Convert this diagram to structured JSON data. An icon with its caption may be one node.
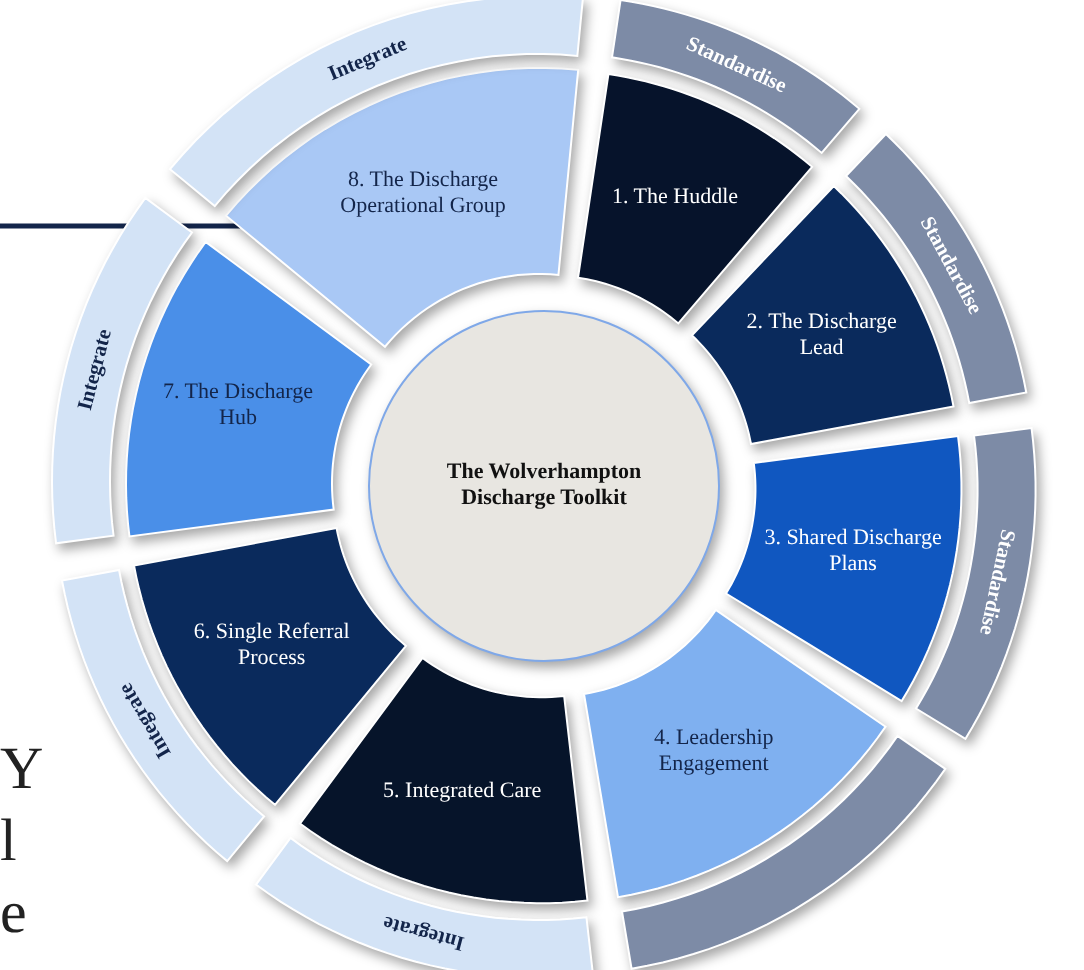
{
  "diagram": {
    "nodes": [
      {
        "text": [
          "The Wolverhampton Discharge Toolkit"
        ]
      },
      {
        "text": [
          "1.  The Huddle"
        ]
      },
      {
        "text": [
          "2. The Discharge Lead"
        ]
      },
      {
        "text": [
          "3. Shared Discharge Plans"
        ]
      },
      {
        "text": [
          "4. Leadership Engagement"
        ]
      },
      {
        "text": [
          "5.  Integrated Care"
        ]
      },
      {
        "text": [
          "6.  Single Referral Process"
        ]
      },
      {
        "text": [
          "7.  The Discharge Hub"
        ]
      },
      {
        "text": [
          "8.  The Discharge Operational Group"
        ]
      },
      {
        "text": [
          "Standardise"
        ]
      },
      {
        "text": [
          "Standardise"
        ]
      },
      {
        "text": [
          "Standardise"
        ]
      },
      {
        "text": [],
        "shape": "band"
      },
      {
        "text": [
          "Integrate"
        ]
      },
      {
        "text": [
          "Integrate"
        ]
      },
      {
        "text": [
          "Integrate"
        ]
      },
      {
        "text": [
          "Integrate"
        ]
      }
    ],
    "labels": [
      "Y",
      "l",
      "e"
    ]
  }
}
